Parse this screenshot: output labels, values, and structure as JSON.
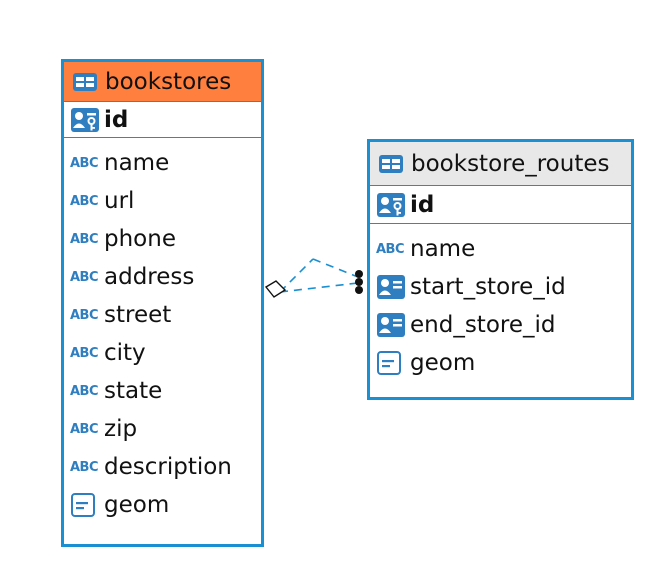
{
  "bookstores": {
    "title": "bookstores",
    "pk": "id",
    "columns": [
      {
        "name": "name",
        "type": "text"
      },
      {
        "name": "url",
        "type": "text"
      },
      {
        "name": "phone",
        "type": "text"
      },
      {
        "name": "address",
        "type": "text"
      },
      {
        "name": "street",
        "type": "text"
      },
      {
        "name": "city",
        "type": "text"
      },
      {
        "name": "state",
        "type": "text"
      },
      {
        "name": "zip",
        "type": "text"
      },
      {
        "name": "description",
        "type": "text"
      },
      {
        "name": "geom",
        "type": "geometry"
      }
    ]
  },
  "bookstore_routes": {
    "title": "bookstore_routes",
    "pk": "id",
    "columns": [
      {
        "name": "name",
        "type": "text"
      },
      {
        "name": "start_store_id",
        "type": "fk"
      },
      {
        "name": "end_store_id",
        "type": "fk"
      },
      {
        "name": "geom",
        "type": "geometry"
      }
    ]
  },
  "icons": {
    "text": "ABC",
    "table": "table-icon",
    "pk": "primary-key-icon",
    "fk": "foreign-key-icon",
    "geometry": "geometry-icon"
  },
  "colors": {
    "border": "#1a8fd1",
    "header_selected": "#ff7f3f",
    "header_default": "#e8e8e8",
    "icon": "#2f7fc0"
  }
}
